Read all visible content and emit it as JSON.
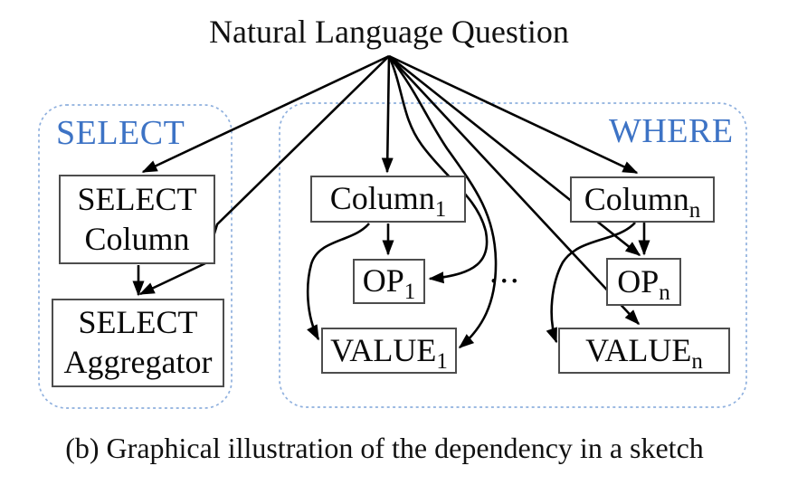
{
  "figure": {
    "title": "Natural Language Question",
    "caption": "(b) Graphical illustration of the dependency in a sketch",
    "ellipsis": "...",
    "colors": {
      "label_blue": "#3d73c5",
      "group_border_blue": "#8fb0de",
      "node_border_gray": "#4d4d4d",
      "arrow_black": "#000000"
    },
    "groups": [
      {
        "id": "select",
        "label": "SELECT"
      },
      {
        "id": "where",
        "label": "WHERE"
      }
    ],
    "nodes": {
      "select_column": {
        "line1": "SELECT",
        "line2": "Column"
      },
      "select_aggregator": {
        "line1": "SELECT",
        "line2": "Aggregator"
      },
      "column_1": {
        "text": "Column",
        "sub": "1"
      },
      "op_1": {
        "text": "OP",
        "sub": "1"
      },
      "value_1": {
        "text": "VALUE",
        "sub": "1"
      },
      "column_n": {
        "text": "Column",
        "sub": "n"
      },
      "op_n": {
        "text": "OP",
        "sub": "n"
      },
      "value_n": {
        "text": "VALUE",
        "sub": "n"
      }
    },
    "edges": [
      {
        "from": "natural-language-question",
        "to": "select-column"
      },
      {
        "from": "natural-language-question",
        "to": "select-aggregator"
      },
      {
        "from": "natural-language-question",
        "to": "column-1"
      },
      {
        "from": "natural-language-question",
        "to": "op-1"
      },
      {
        "from": "natural-language-question",
        "to": "value-1"
      },
      {
        "from": "natural-language-question",
        "to": "column-n"
      },
      {
        "from": "natural-language-question",
        "to": "op-n"
      },
      {
        "from": "natural-language-question",
        "to": "value-n"
      },
      {
        "from": "select-column",
        "to": "select-aggregator"
      },
      {
        "from": "column-1",
        "to": "op-1"
      },
      {
        "from": "column-1",
        "to": "value-1"
      },
      {
        "from": "column-n",
        "to": "op-n"
      },
      {
        "from": "column-n",
        "to": "value-n"
      }
    ]
  }
}
